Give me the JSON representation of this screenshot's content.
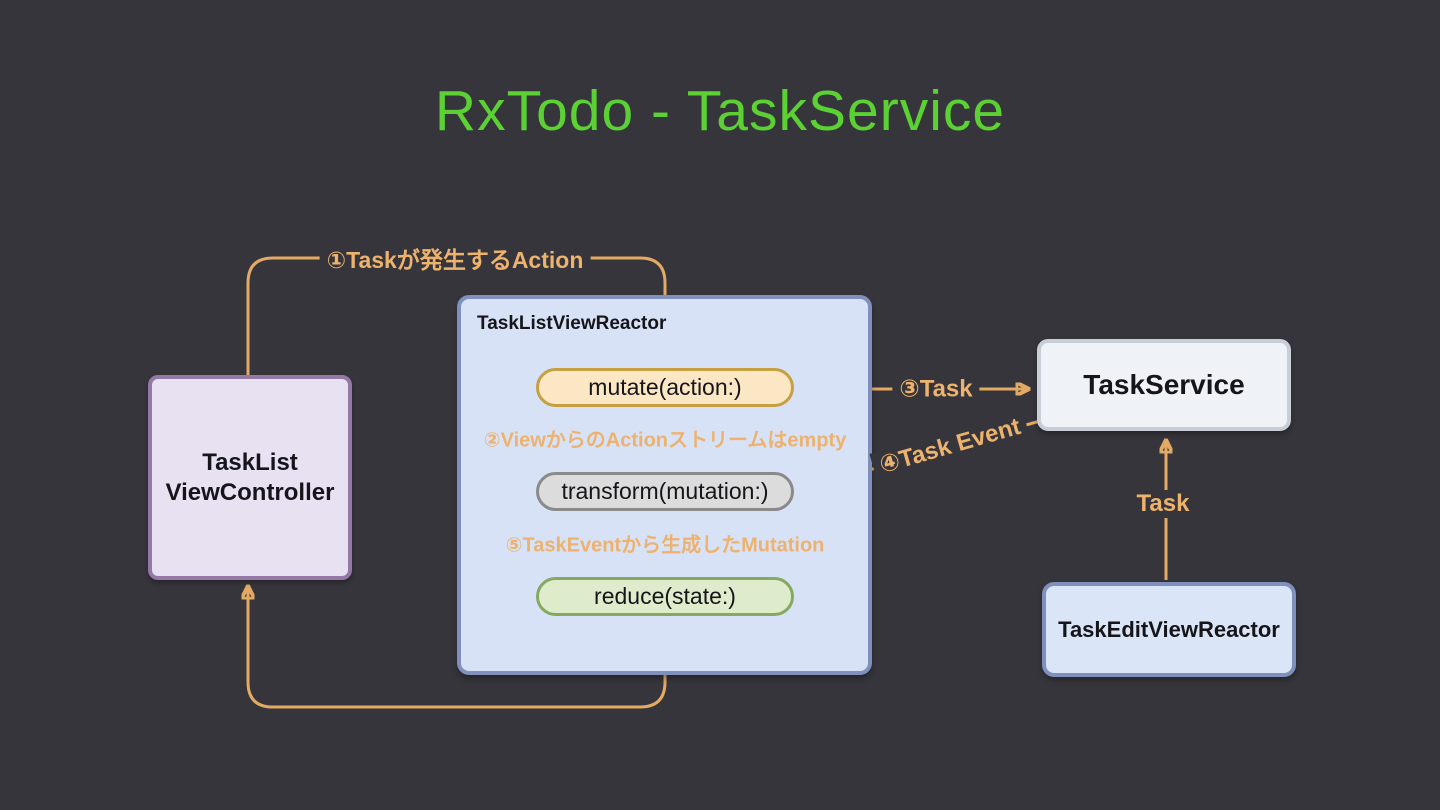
{
  "title": "RxTodo - TaskService",
  "colors": {
    "background": "#36353b",
    "title_green": "#5bd133",
    "arrow_orange": "#e3aa64",
    "label_orange": "#ecb26e",
    "reactor_fill": "#d8e2f7",
    "reactor_border": "#7e90bb",
    "view_controller_fill": "#e8e1f2",
    "view_controller_border": "#9478a6",
    "mutate_fill": "#fbe7c4",
    "mutate_border": "#c69f41",
    "transform_fill": "#dcdcdc",
    "transform_border": "#8a8a8a",
    "reduce_fill": "#dfeccb",
    "reduce_border": "#83aa60",
    "task_service_fill": "#eff2f6",
    "task_service_border": "#c8ced8",
    "task_edit_fill": "#dbe5f8",
    "task_edit_border": "#7e90bb"
  },
  "nodes": {
    "task_list_view_controller": {
      "line1": "TaskList",
      "line2": "ViewController"
    },
    "task_list_view_reactor": {
      "label": "TaskListViewReactor"
    },
    "mutate": {
      "label": "mutate(action:)"
    },
    "transform": {
      "label": "transform(mutation:)"
    },
    "reduce": {
      "label": "reduce(state:)"
    },
    "task_service": {
      "label": "TaskService"
    },
    "task_edit_view_reactor": {
      "label": "TaskEditViewReactor"
    }
  },
  "edges": {
    "step1_action": "①Taskが発生するAction",
    "step2_empty_stream": "②ViewからのActionストリームはempty",
    "step3_task": "③Task",
    "step4_task_event": "④Task Event",
    "step5_mutation": "⑤TaskEventから生成したMutation",
    "edit_task": "Task"
  }
}
